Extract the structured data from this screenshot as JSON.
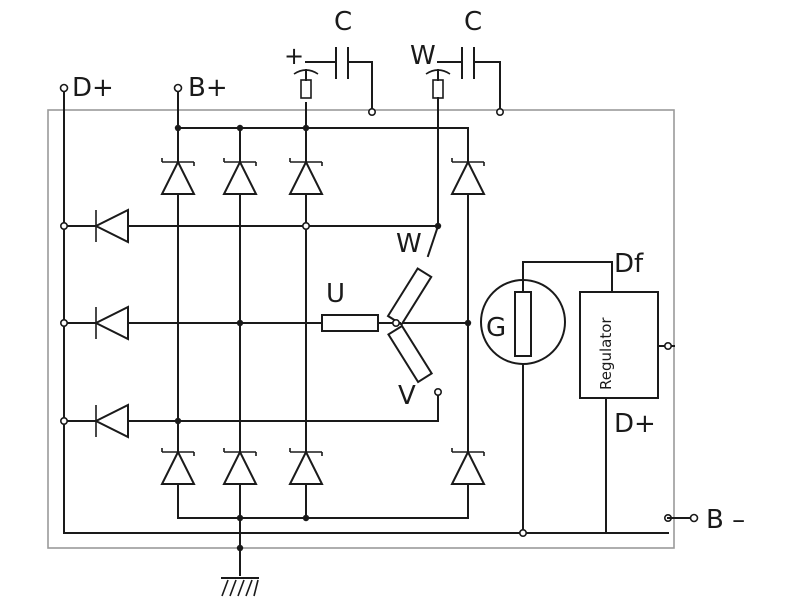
{
  "labels": {
    "d_plus_top": "D+",
    "b_plus": "B+",
    "plus": "+",
    "c_left": "C",
    "w_terminal": "W",
    "c_right": "C",
    "winding_u": "U",
    "winding_w": "W",
    "winding_v": "V",
    "generator": "G",
    "df": "Df",
    "regulator": "Regulator",
    "d_plus_reg": "D+",
    "b_minus": "B –"
  }
}
